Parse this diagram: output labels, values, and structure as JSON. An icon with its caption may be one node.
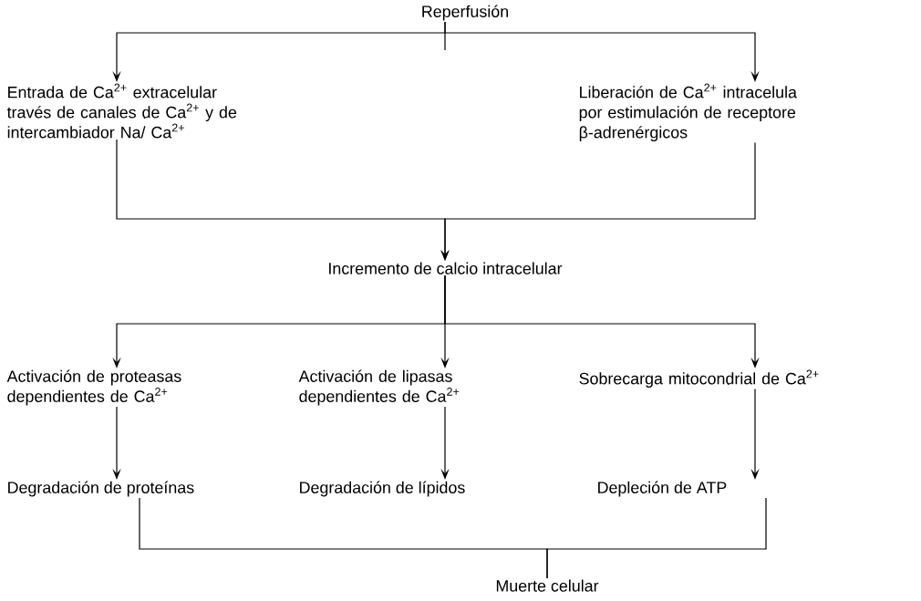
{
  "diagram": {
    "nodes": [
      {
        "text": [
          "Reperfusión"
        ]
      },
      {
        "text": [
          "Entrada de Ca$^{2+}$ extracelular través de canales de Ca$^{2+}$ y de intercambiador Na/ Ca$^{2+}$"
        ]
      },
      {
        "text": [
          "Liberación de Ca$^{2+}$ intracelula por estimulación de receptore β-adrenérgicos"
        ]
      },
      {
        "text": [
          "Incremento de calcio intracelular"
        ]
      },
      {
        "text": [
          "Activación de proteasas dependientes de Ca$^{2+}$"
        ]
      },
      {
        "text": [
          "Activación de lipasas dependientes de Ca$^{2+}$"
        ]
      },
      {
        "text": [
          "Sobrecarga mitocondrial de Ca$^{2+}$"
        ]
      },
      {
        "text": [
          "Degradación de proteínas"
        ]
      },
      {
        "text": [
          "Degradación de lípidos"
        ]
      },
      {
        "text": [
          "Depleción de ATP"
        ]
      },
      {
        "text": [
          "Muerte celular"
        ]
      }
    ],
    "edges": [
      {
        "from": 0,
        "to": 1,
        "arrow": "to"
      },
      {
        "from": 0,
        "to": 2,
        "arrow": "to"
      },
      {
        "from": 1,
        "to": 3,
        "arrow": "to"
      },
      {
        "from": 2,
        "to": 3,
        "arrow": "to"
      },
      {
        "from": 3,
        "to": 4,
        "arrow": "to"
      },
      {
        "from": 3,
        "to": 5,
        "arrow": "to"
      },
      {
        "from": 3,
        "to": 6,
        "arrow": "to"
      },
      {
        "from": 4,
        "to": 7,
        "arrow": "to"
      },
      {
        "from": 5,
        "to": 8,
        "arrow": "to"
      },
      {
        "from": 6,
        "to": 9,
        "arrow": "to"
      },
      {
        "from": 7,
        "to": 10,
        "arrow": "none"
      },
      {
        "from": 9,
        "to": 10,
        "arrow": "none"
      }
    ]
  }
}
